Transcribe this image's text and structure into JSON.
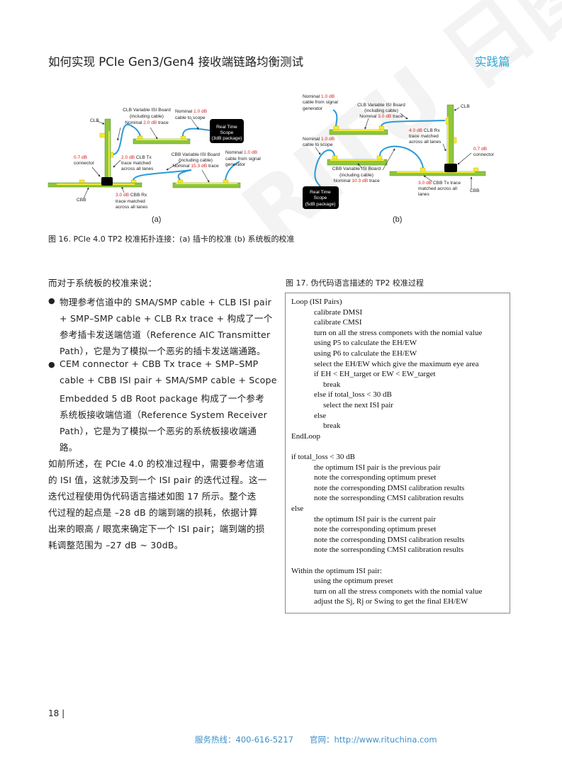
{
  "header": {
    "title": "如何实现 PCIe Gen3/Gen4 接收端链路均衡测试",
    "section": "实践篇"
  },
  "watermark": "RITU 日图科技",
  "figure16": {
    "a": {
      "clb": "CLB",
      "clb_isi": [
        "CLB Variable ISI Board",
        "(including cable)"
      ],
      "clb_isi_nom": {
        "pre": "Nominal ",
        "red": "2.0 dB",
        "post": " trace"
      },
      "scope_cable": {
        "pre": "Nominal ",
        "red": "1.0 dB",
        "line2": "cable to scope"
      },
      "scope": [
        "Real Time",
        "Scope",
        "(3dB package)"
      ],
      "connector": {
        "red": "0.7 dB",
        "line2": "connector"
      },
      "clb_tx": {
        "red": "2.0 dB",
        "post": " CLB Tx",
        "line2": "trace matched",
        "line3": "across all lanes"
      },
      "cbb_isi": [
        "CBB Variable ISI Board",
        "(including cable)"
      ],
      "cbb_isi_nom": {
        "pre": "Nominal ",
        "red": "15.3 dB",
        "post": " trace"
      },
      "gen_cable": {
        "pre": "Nominal ",
        "red": "1.0 dB",
        "line2": "cable from signal",
        "line3": "generator"
      },
      "cbb": "CBB",
      "cbb_rx": {
        "red": "3.0 dB",
        "post": " CBB Rx",
        "line2": "trace matched",
        "line3": "across all lanes"
      },
      "label": "(a)"
    },
    "b": {
      "gen_cable": {
        "pre": "Nominal ",
        "red": "1.0 dB",
        "line2": "cable from signal",
        "line3": "generator"
      },
      "clb_isi": [
        "CLB Variable ISI Board",
        "(including cable)"
      ],
      "clb_isi_nom": {
        "pre": "Nominal ",
        "red": "3.0 dB",
        "post": " trace"
      },
      "clb": "CLB",
      "clb_rx": {
        "red": "4.0 dB",
        "post": " CLB Rx",
        "line2": "trace matched",
        "line3": "across all lanes"
      },
      "scope_cable": {
        "pre": "Nominal ",
        "red": "1.0 dB",
        "line2": "cable to scope"
      },
      "connector": {
        "red": "0.7 dB",
        "line2": "connector"
      },
      "cbb_isi": [
        "CBB Variable ISI Board",
        "(including cable)"
      ],
      "cbb_isi_nom": {
        "pre": "Nominal ",
        "red": "10.3 dB",
        "post": " trace"
      },
      "cbb_tx": {
        "red": "3.0 dB",
        "post": " CBB Tx trace",
        "line2": "matched across all",
        "line3": "lanes"
      },
      "cbb": "CBB",
      "scope": [
        "Real Time",
        "Scope",
        "(5dB package)"
      ],
      "label": "(b)"
    },
    "caption": "图 16. PCIe 4.0 TP2 校准拓扑连接：(a) 插卡的校准 (b) 系统板的校准"
  },
  "body": {
    "intro": "而对于系统板的校准来说：",
    "bullet1": [
      "物理参考信道中的 SMA/SMP cable + CLB ISI pair",
      "+ SMP–SMP cable + CLB Rx trace + 构成了一个",
      "参考插卡发送端信道（Reference AIC Transmitter",
      "Path），它是为了模拟一个恶劣的插卡发送端通路。"
    ],
    "bullet2": [
      "CEM connector + CBB Tx trace + SMP–SMP",
      "cable + CBB ISI pair + SMA/SMP cable + Scope",
      "Embedded 5 dB Root package 构成了一个参考",
      "系统板接收端信道（Reference System Receiver",
      "Path），它是为了模拟一个恶劣的系统板接收端通",
      "路。"
    ],
    "para": [
      "如前所述，在 PCIe 4.0 的校准过程中，需要参考信道",
      "的 ISI 值，这就涉及到一个 ISI pair 的迭代过程。这一",
      "迭代过程使用伪代码语言描述如图 17 所示。整个迭",
      "代过程的起点是 –28 dB 的端到端的损耗，依据计算",
      "出来的眼高 / 眼宽来确定下一个 ISI pair；端到端的损",
      "耗调整范围为 –27 dB ~ 30dB。"
    ]
  },
  "figure17": {
    "caption": "图 17. 伪代码语言描述的 TP2 校准过程",
    "code": [
      "Loop (ISI Pairs)",
      "calibrate DMSI",
      "calibrate CMSI",
      "turn on all the stress componets with the nomial value",
      "using P5 to calculate the EH/EW",
      "using P6 to calculate the EH/EW",
      "select the EH/EW which give the maximum eye area",
      "if EH < EH_target or EW < EW_target",
      "break",
      "else if total_loss < 30 dB",
      "select the next ISI pair",
      "else",
      "break",
      "EndLoop",
      "",
      "if total_loss < 30 dB",
      "the optimum ISI pair is the previous pair",
      "note the corresponding optimum preset",
      "note the corresponding DMSI calibration results",
      "note the sorresponding CMSI calibration results",
      "else",
      "the optimum ISI pair is the current pair",
      "note the corresponding optimum preset",
      "note the corresponding DMSI calibration results",
      "note the sorresponding CMSI calibration results",
      "",
      "Within the optimum ISI pair:",
      "using the optimum preset",
      "turn on all the stress componets with the nomial value",
      "adjust the Sj, Rj or Swing to get the final EH/EW"
    ],
    "indent": [
      0,
      1,
      1,
      1,
      1,
      1,
      1,
      1,
      2,
      1,
      2,
      1,
      2,
      0,
      0,
      0,
      1,
      1,
      1,
      1,
      0,
      1,
      1,
      1,
      1,
      0,
      0,
      1,
      1,
      1
    ]
  },
  "page_number": "18 |",
  "footer": "服务热线：400-616-5217　　官网：http://www.rituchina.com",
  "colors": {
    "accent": "#2fa8d8",
    "footer": "#3d8fc8",
    "board": "#8cc63f",
    "trace": "#f4ea3a",
    "cable": "#2a9ad8",
    "red": "#d62020"
  }
}
